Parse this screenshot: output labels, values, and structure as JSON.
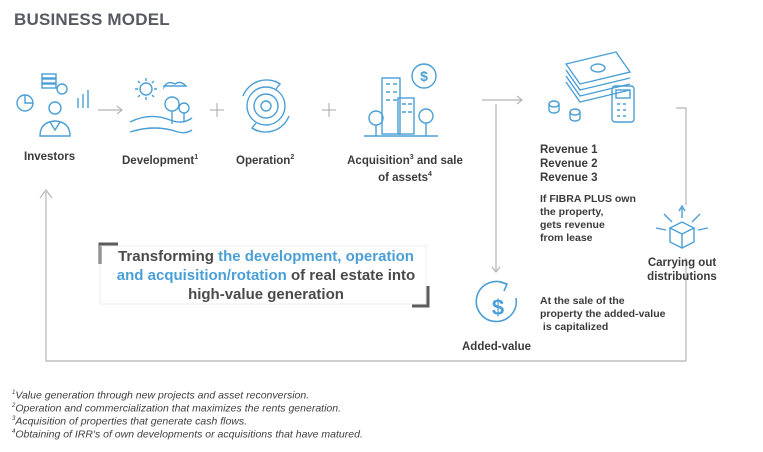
{
  "title": "BUSINESS MODEL",
  "steps": {
    "investors": {
      "label": "Investors"
    },
    "development": {
      "label": "Development",
      "sup": "1"
    },
    "operation": {
      "label": "Operation",
      "sup": "2"
    },
    "acquisition": {
      "label_line1": "Acquisition",
      "sup1": "3",
      "label_line1b": " and sale",
      "label_line2": "of assets",
      "sup2": "4"
    }
  },
  "revenue": {
    "lines": [
      "Revenue 1",
      "Revenue 2",
      "Revenue 3"
    ],
    "fibra_note": [
      "If FIBRA PLUS own",
      "the property,",
      "gets revenue",
      "from lease"
    ]
  },
  "distributions": {
    "lines": [
      "Carrying out",
      "distributions"
    ]
  },
  "added_value": {
    "label": "Added-value",
    "note": [
      "At the sale of the",
      "property the added-value",
      "is capitalized"
    ]
  },
  "quote": {
    "part1": "Transforming ",
    "highlight": "the development, operation and acquisition/rotation",
    "part2": " of real estate into high-value generation"
  },
  "footnotes": [
    {
      "num": "1",
      "text": "Value generation through new projects and asset reconversion."
    },
    {
      "num": "2",
      "text": "Operation and commercialization that maximizes the rents generation."
    },
    {
      "num": "3",
      "text": "Acquisition of properties that generate cash flows."
    },
    {
      "num": "4",
      "text": "Obtaining of IRR's of own developments or acquisitions that have matured."
    }
  ],
  "colors": {
    "accent": "#4a9fd6",
    "line": "#b0b0b0",
    "text": "#3b3b3b"
  }
}
